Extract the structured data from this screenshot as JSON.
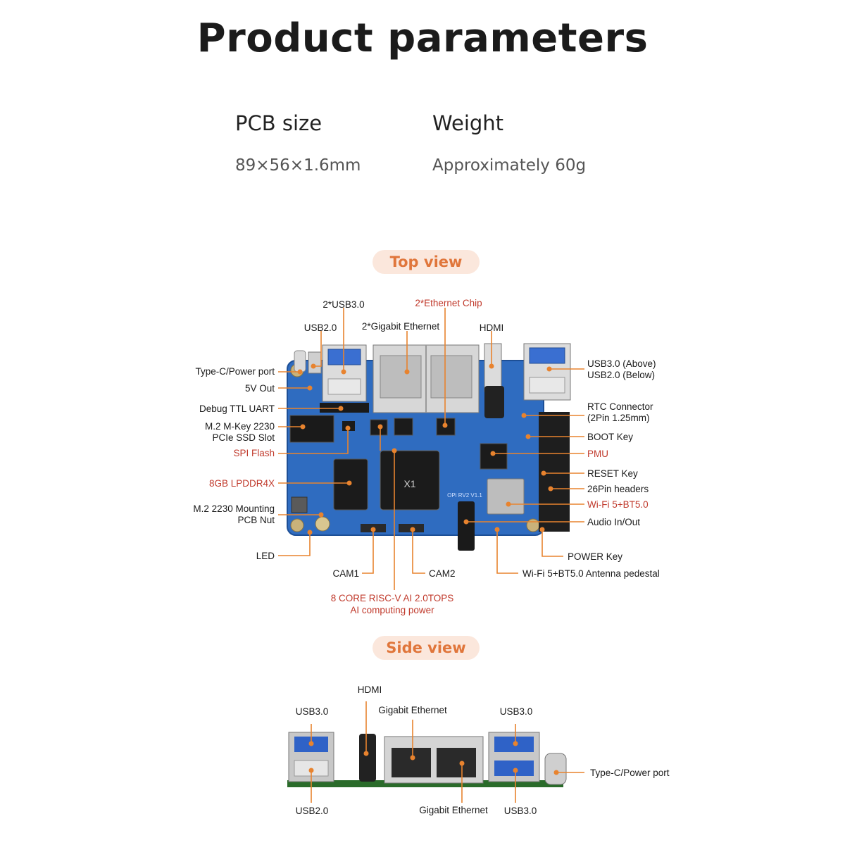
{
  "header": {
    "title": "Product parameters"
  },
  "params": [
    {
      "label": "PCB size",
      "value": "89×56×1.6mm"
    },
    {
      "label": "Weight",
      "value": "Approximately 60g"
    }
  ],
  "sections": {
    "top_view": "Top view",
    "side_view": "Side view"
  },
  "top_view": {
    "board": {
      "chip_label": "X1",
      "silk": "OPi RV2 V1.1"
    },
    "labels": {
      "usb3_2": "2*USB3.0",
      "ethernet_chip": "2*Ethernet Chip",
      "usb2": "USB2.0",
      "gigabit_2": "2*Gigabit Ethernet",
      "hdmi": "HDMI",
      "typec": "Type-C/Power port",
      "out5v": "5V Out",
      "debug": "Debug TTL UART",
      "m2_line1": "M.2 M-Key 2230",
      "m2_line2": "PCIe SSD Slot",
      "spi": "SPI Flash",
      "lpddr": "8GB LPDDR4X",
      "mount_line1": "M.2 2230 Mounting",
      "mount_line2": "PCB Nut",
      "led": "LED",
      "usb_above": "USB3.0 (Above)",
      "usb_below": "USB2.0 (Below)",
      "rtc_line1": "RTC Connector",
      "rtc_line2": "(2Pin 1.25mm)",
      "boot": "BOOT Key",
      "pmu": "PMU",
      "reset": "RESET Key",
      "headers": "26Pin headers",
      "wifi": "Wi-Fi 5+BT5.0",
      "audio": "Audio In/Out",
      "power": "POWER Key",
      "cam1": "CAM1",
      "cam2": "CAM2",
      "antenna": "Wi-Fi 5+BT5.0 Antenna pedestal",
      "core_line1": "8 CORE  RISC-V AI 2.0TOPS",
      "core_line2": "AI computing power"
    }
  },
  "side_view": {
    "labels": {
      "hdmi": "HDMI",
      "usb3_left": "USB3.0",
      "gigabit_top": "Gigabit Ethernet",
      "usb3_right_top": "USB3.0",
      "typec": "Type-C/Power port",
      "usb2_left": "USB2.0",
      "gigabit_bottom": "Gigabit Ethernet",
      "usb3_right_bottom": "USB3.0"
    }
  },
  "colors": {
    "board_blue": "#2f6cc0",
    "accent_orange": "#e8832e",
    "pill_bg": "#fbe7dc",
    "pill_text": "#e0763b",
    "callout_red": "#c0392b"
  }
}
